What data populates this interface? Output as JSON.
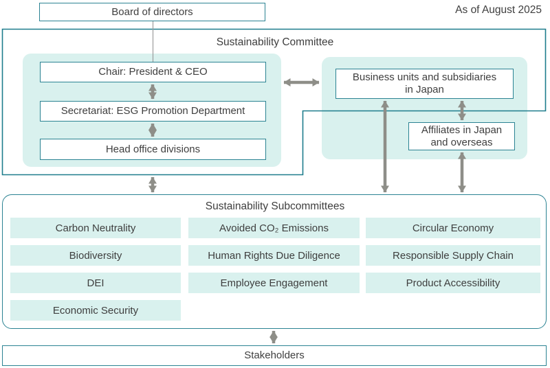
{
  "page": {
    "as_of": "As of August 2025"
  },
  "board": {
    "label": "Board of directors"
  },
  "committee": {
    "title": "Sustainability Committee",
    "chair": "Chair: President & CEO",
    "secretariat": "Secretariat: ESG Promotion Department",
    "head_office": "Head office divisions",
    "business_units": {
      "line1": "Business units and subsidiaries",
      "line2": "in Japan"
    },
    "affiliates": {
      "line1": "Affiliates in Japan",
      "line2": "and overseas"
    }
  },
  "subcommittees": {
    "title": "Sustainability Subcommittees",
    "items": [
      "Carbon Neutrality",
      "Avoided CO₂ Emissions",
      "Circular Economy",
      "Biodiversity",
      "Human Rights Due Diligence",
      "Responsible Supply Chain",
      "DEI",
      "Employee Engagement",
      "Product Accessibility",
      "Economic Security"
    ]
  },
  "stakeholders": {
    "label": "Stakeholders"
  },
  "colors": {
    "border_teal": "#2a8292",
    "outline_teal": "#1d7c8c",
    "fill_teal": "#d9f1ee",
    "arrow_gray": "#8e8e88",
    "connector_gray": "#9c9c9c",
    "text": "#3e3e3e"
  }
}
